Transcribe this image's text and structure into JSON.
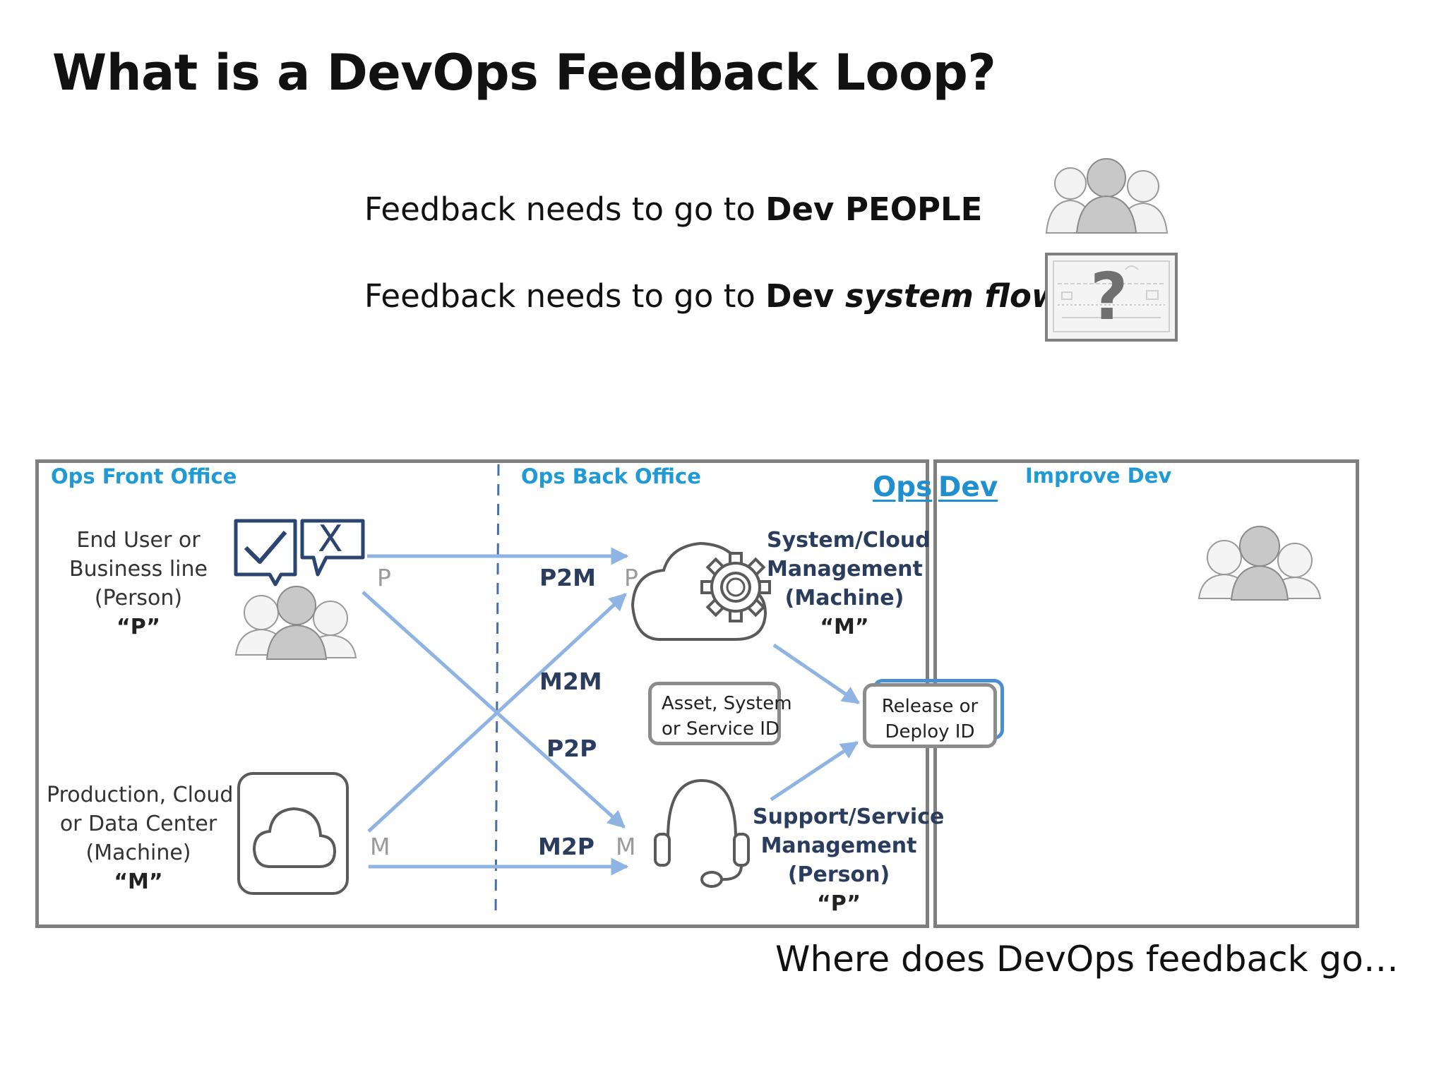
{
  "title": "What is a DevOps Feedback Loop?",
  "feedback_people": {
    "prefix": "Feedback needs to go to ",
    "emphasis": "Dev PEOPLE"
  },
  "feedback_flows": {
    "prefix": "Feedback needs to go to ",
    "bold": "Dev ",
    "bold_italic": "system flows",
    "suffix": "?"
  },
  "flows_icon_mark": "?",
  "sections": {
    "front_office": "Ops Front Office",
    "back_office": "Ops Back Office",
    "improve_dev": "Improve Dev"
  },
  "tabs": {
    "ops": "Ops",
    "dev": "Dev"
  },
  "nodes": {
    "end_user": {
      "lines": [
        "End User or",
        "Business line",
        "(Person)"
      ],
      "tag": "“P”"
    },
    "production": {
      "lines": [
        "Production, Cloud",
        "or Data Center",
        "(Machine)"
      ],
      "tag": "“M”"
    },
    "system_cloud": {
      "lines": [
        "System/Cloud",
        "Management",
        "(Machine)"
      ],
      "tag": "“M”"
    },
    "support": {
      "lines": [
        "Support/Service",
        "Management",
        "(Person)"
      ],
      "tag": "“P”"
    }
  },
  "feedback_marks": {
    "check": "✓",
    "cross": "X"
  },
  "flows": {
    "p2m": "P2M",
    "m2m": "M2M",
    "p2p": "P2P",
    "m2p": "M2P"
  },
  "endpoint_tags": {
    "p_source": "P",
    "m_source": "M",
    "p_target": "P",
    "m_target": "M"
  },
  "id_boxes": {
    "asset": [
      "Asset, System",
      "or Service ID"
    ],
    "release": [
      "Release or",
      "Deploy ID"
    ]
  },
  "footer": "Where does DevOps feedback go…",
  "colors": {
    "accent_blue": "#1f9ad6",
    "arrow_blue": "#8fb3e3",
    "frame_gray": "#7f7f7f",
    "dark_navy": "#2b3d5e",
    "icon_gray": "#c8c8c8"
  }
}
